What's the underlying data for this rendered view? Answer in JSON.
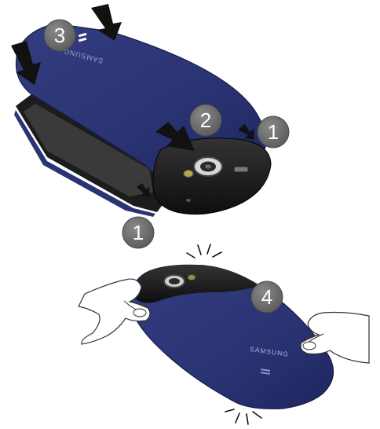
{
  "steps": {
    "one_top": "1",
    "one_bottom": "1",
    "two": "2",
    "three": "3",
    "four": "4"
  },
  "brand_text": "SAMSUNG",
  "colors": {
    "cover_blue": "#2b3473",
    "cover_dark": "#1f2657",
    "body_black": "#1a1a1a",
    "badge_gray": "#6e6e6e",
    "arrow_black": "#111111"
  }
}
